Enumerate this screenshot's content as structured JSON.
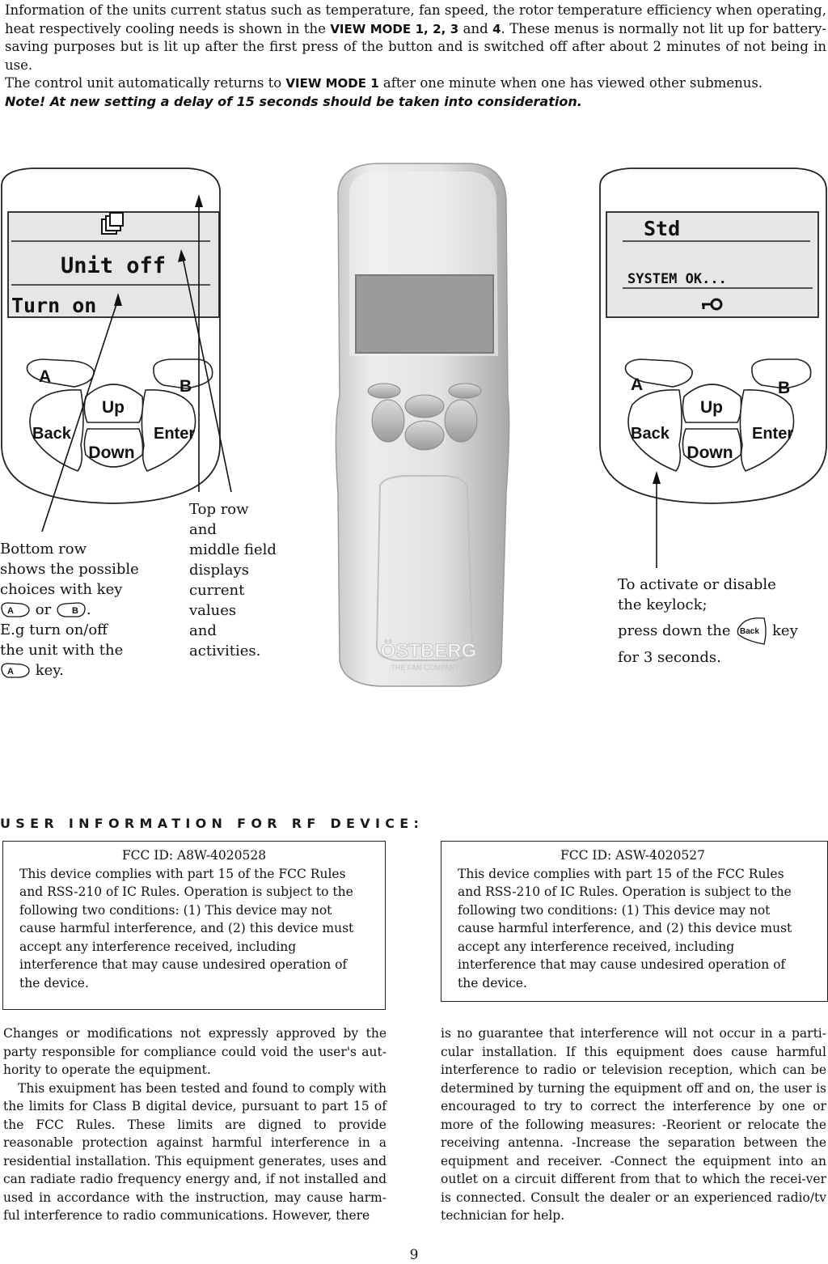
{
  "intro": {
    "p1_a": "Information of the units current status such as temperature, fan speed, the rotor temperature efficiency when operating, heat respectively cooling needs is shown in the ",
    "p1_bold": "VIEW MODE 1, 2, 3",
    "p1_b": " and ",
    "p1_bold2": "4",
    "p1_c": ". These menus is normally not lit up for battery-saving purposes but is lit up after the first press of the button and is switched off after about 2 minutes of not being in use.",
    "p2_a": "The control unit automatically returns to ",
    "p2_bold": "VIEW MODE 1",
    "p2_b": " after one minute when one has viewed other submenus.",
    "note": "Note! At new setting a delay of 15 seconds should be taken into consideration."
  },
  "left_remote": {
    "icon": "page-icon",
    "display_middle": "Unit off",
    "display_bottom": "Turn on",
    "btn_a": "A",
    "btn_b": "B",
    "btn_up": "Up",
    "btn_down": "Down",
    "btn_back": "Back",
    "btn_enter": "Enter"
  },
  "right_remote": {
    "display_top": "Std",
    "display_middle": "SYSTEM OK...",
    "icon": "key-icon",
    "btn_a": "A",
    "btn_b": "B",
    "btn_up": "Up",
    "btn_down": "Down",
    "btn_back": "Back",
    "btn_enter": "Enter"
  },
  "center_remote": {
    "logo_main": "ÖSTBERG",
    "logo_sub": "THE FAN COMPANY"
  },
  "captions": {
    "bottom_row": {
      "l1": "Bottom row",
      "l2": "shows the possible",
      "l3": "choices with key",
      "or": "or",
      "period": ".",
      "l5": "E.g turn on/off",
      "l6": "the unit with the",
      "key_word": "key.",
      "key_a": "A",
      "key_b": "B"
    },
    "top_row": {
      "l1": "Top row",
      "l2": "and",
      "l3": "middle field",
      "l4": "displays",
      "l5": "current",
      "l6": "values",
      "l7": "and",
      "l8": "activities."
    },
    "keylock": {
      "l1": "To activate or disable",
      "l2": "the keylock;",
      "l3a": "press down the",
      "l3b": "key",
      "l4": "for 3 seconds.",
      "key_back": "Back"
    }
  },
  "rf": {
    "heading": "USER INFORMATION FOR RF DEVICE:",
    "box1_id": "FCC ID: A8W-4020528",
    "box1_text": "This device complies with part 15 of the FCC Rules and RSS-210 of IC Rules. Operation is subject to the following two conditions: (1) This device may not cause harmful interference, and (2) this device must accept any interference received, including interference that may cause undesired operation of the device.",
    "box2_id": "FCC ID: ASW-4020527",
    "box2_text": "This device complies with part 15 of the FCC Rules and RSS-210 of IC Rules. Operation is subject to the following two conditions: (1) This device may not cause harmful interference, and (2) this device must accept any interference received, including interference that may cause undesired operation of the device.",
    "col1_p1": "Changes or modifications not expressly approved by the party responsible for compliance could void the user's aut-hority to operate the equipment.",
    "col1_p2": "This exuipment has been tested and found to comply with the limits for Class B digital device, pursuant to part 15 of the FCC Rules. These limits are digned to provide reasonable protection against harmful interference in a residential installation. This equipment generates, uses and can radiate radio frequency energy and, if not installed and used in accordance with the instruction, may cause harm-ful interference to radio communications. However, there",
    "col2_p1": "is no guarantee that interference will not occur in a parti-cular installation. If this equipment does cause harmful interference to radio or television reception, which can be determined by turning the equipment off and on, the user is encouraged to try to correct the interference by one or more of the following measures: -Reorient or relocate the receiving antenna. -Increase the separation between the equipment and receiver. -Connect the equipment into an outlet on a circuit different from that to which the recei-ver is connected. Consult the dealer or an experienced radio/tv technician for help."
  },
  "page_number": "9"
}
